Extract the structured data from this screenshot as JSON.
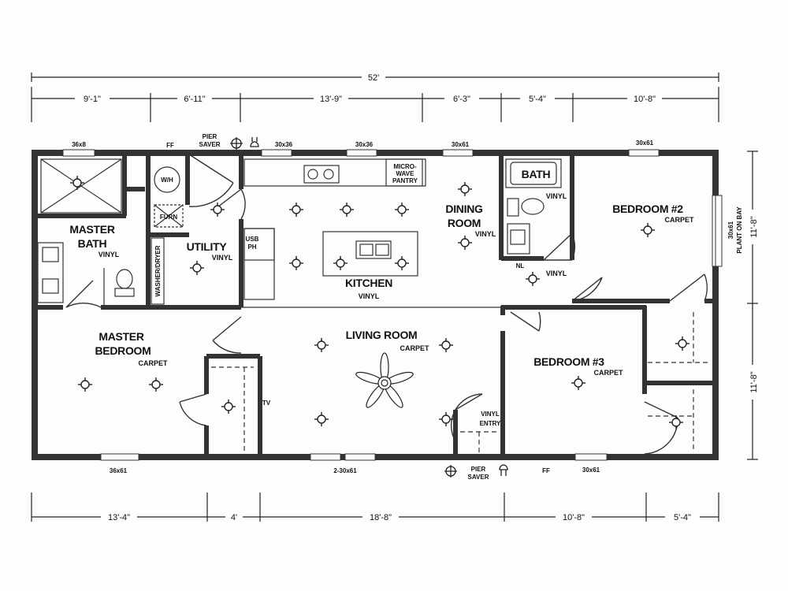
{
  "overall_dimension": "52'",
  "top_dimensions": [
    "9'-1\"",
    "6'-11\"",
    "13'-9\"",
    "6'-3\"",
    "5'-4\"",
    "10'-8\""
  ],
  "bottom_dimensions": [
    "13'-4\"",
    "4'",
    "18'-8\"",
    "10'-8\"",
    "5'-4\""
  ],
  "right_dimensions": [
    "11'-8\"",
    "11'-8\""
  ],
  "rooms": {
    "master_bath": {
      "line1": "MASTER",
      "line2": "BATH",
      "finish": "VINYL"
    },
    "utility": {
      "name": "UTILITY",
      "finish": "VINYL"
    },
    "kitchen": {
      "name": "KITCHEN",
      "finish": "VINYL"
    },
    "dining": {
      "line1": "DINING",
      "line2": "ROOM",
      "finish": "VINYL"
    },
    "bath": {
      "name": "BATH",
      "finish": "VINYL"
    },
    "bedroom2": {
      "name": "BEDROOM #2",
      "finish": "CARPET"
    },
    "master_bedroom": {
      "line1": "MASTER",
      "line2": "BEDROOM",
      "finish": "CARPET"
    },
    "living": {
      "name": "LIVING ROOM",
      "finish": "CARPET"
    },
    "bedroom3": {
      "name": "BEDROOM #3",
      "finish": "CARPET"
    }
  },
  "windows": {
    "w_36x8": "36x8",
    "w_30x36a": "30x36",
    "w_30x36b": "30x36",
    "w_30x61a": "30x61",
    "w_30x61b": "30x61",
    "w_36x61": "36x61",
    "w_2_30x61": "2-30x61",
    "w_30x61c": "30x61",
    "bay_size": "30x61",
    "bay_label": "PLANT ON BAY"
  },
  "labels": {
    "ff_top": "FF",
    "ff_bottom": "FF",
    "pier_saver_top_1": "PIER",
    "pier_saver_top_2": "SAVER",
    "pier_saver_bottom_1": "PIER",
    "pier_saver_bottom_2": "SAVER",
    "wh": "W/H",
    "furn": "FURN",
    "washer_dryer": "WASHER/DRYER",
    "micro_1": "MICRO-",
    "micro_2": "WAVE",
    "micro_3": "PANTRY",
    "usb_1": "USB",
    "usb_2": "PH",
    "nl": "NL",
    "vinyl_hall": "VINYL",
    "tv": "TV",
    "entry_1": "VINYL",
    "entry_2": "ENTRY"
  }
}
